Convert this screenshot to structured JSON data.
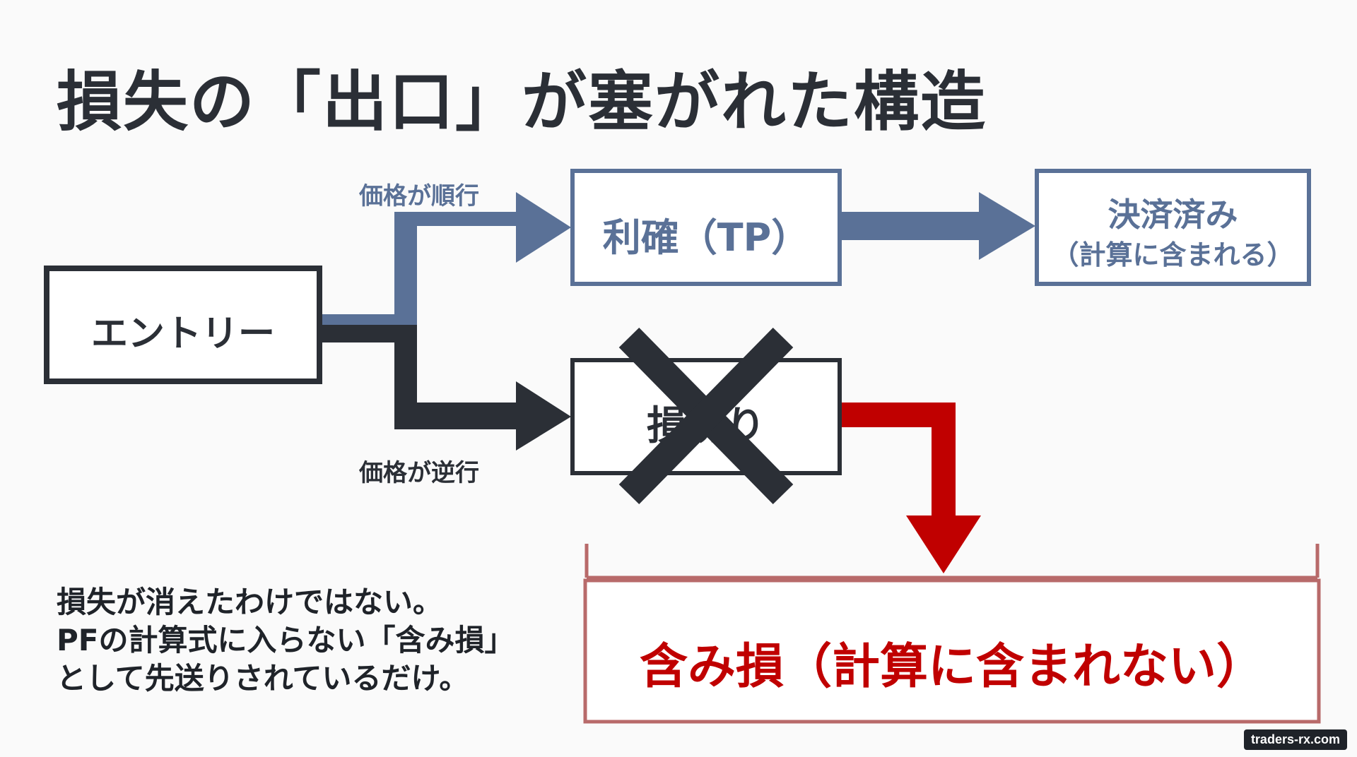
{
  "title": "損失の「出口」が塞がれた構造",
  "nodes": {
    "entry": "エントリー",
    "take_profit": "利確（TP）",
    "settled_line1": "決済済み",
    "settled_line2": "（計算に含まれる）",
    "stop_loss": "損切り",
    "unrealized_loss": "含み損（計算に含まれない）"
  },
  "edge_labels": {
    "price_favorable": "価格が順行",
    "price_adverse": "価格が逆行"
  },
  "note_lines": [
    "損失が消えたわけではない。",
    "PFの計算式に入らない「含み損」",
    "として先送りされているだけ。"
  ],
  "watermark": "traders-rx.com",
  "colors": {
    "blue": "#5a7197",
    "dark": "#2b2f36",
    "red": "#c00000",
    "red_bracket": "#b86a6a"
  }
}
